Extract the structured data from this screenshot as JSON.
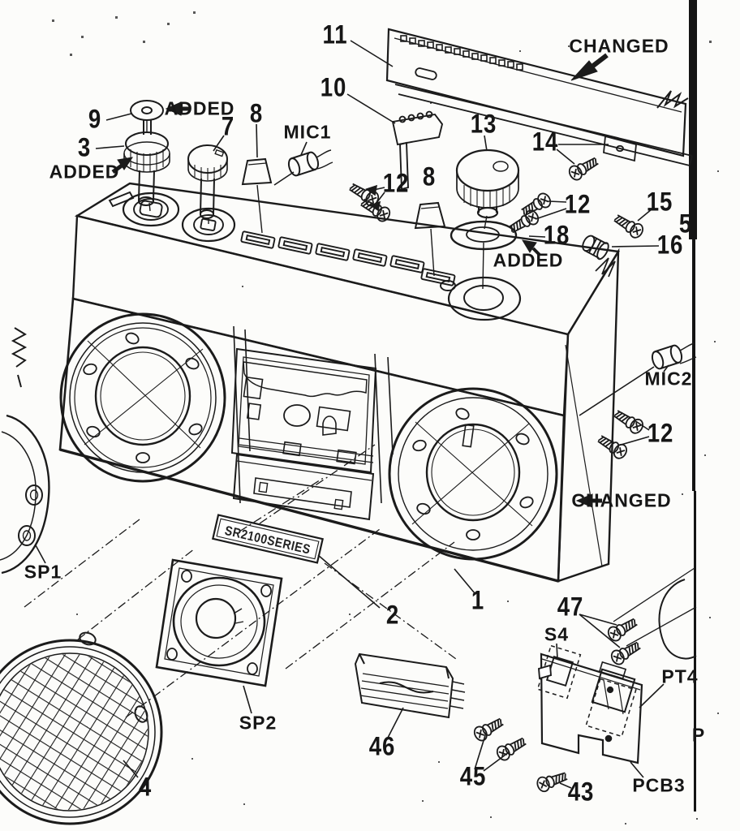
{
  "figure": {
    "kind": "exploded parts diagram",
    "subject": "radio cassette recorder cabinet assembly",
    "badge_text": "SR2100SERIES",
    "colors": {
      "ink": "#1b1b1b",
      "paper": "#fcfcfa"
    }
  },
  "callouts": {
    "c11": "11",
    "changed_top": "CHANGED",
    "c10": "10",
    "c9": "9",
    "added_9": "ADDED",
    "c3": "3",
    "added_3": "ADDED",
    "c7": "7",
    "c8a": "8",
    "mic1": "MIC1",
    "c12a": "12",
    "c13": "13",
    "c8b": "8",
    "c14": "14",
    "c12b": "12",
    "c15": "15",
    "c5": "5",
    "c16": "16",
    "c18": "18",
    "added_18": "ADDED",
    "mic2": "MIC2",
    "c12c": "12",
    "changed_right": "CHANGED",
    "sp1": "SP1",
    "c2": "2",
    "c1": "1",
    "c47": "47",
    "s4": "S4",
    "pt4": "PT4",
    "sp2": "SP2",
    "c46": "46",
    "c4": "4",
    "c45": "45",
    "c43": "43",
    "pcb3": "PCB3",
    "p_partial": "P"
  }
}
